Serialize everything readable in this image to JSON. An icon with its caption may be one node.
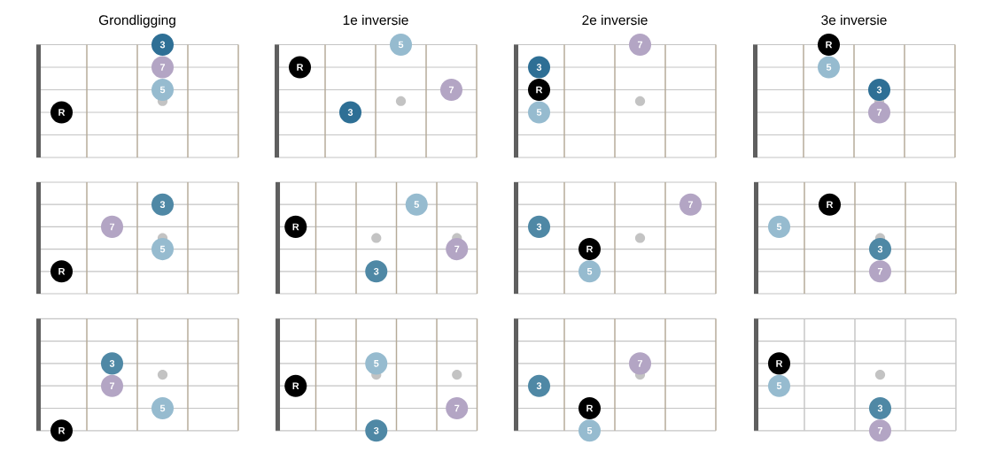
{
  "diagram": {
    "nodes": [
      {
        "text": [
          "3"
        ]
      },
      {
        "text": [
          "7"
        ]
      },
      {
        "text": [
          "5"
        ]
      },
      {
        "text": [
          "R"
        ]
      },
      {
        "text": [
          "5"
        ]
      },
      {
        "text": [
          "R"
        ]
      },
      {
        "text": [
          "7"
        ]
      },
      {
        "text": [
          "3"
        ]
      },
      {
        "text": [
          "7"
        ]
      },
      {
        "text": [
          "3"
        ]
      },
      {
        "text": [
          "R"
        ]
      },
      {
        "text": [
          "5"
        ]
      },
      {
        "text": [
          "R"
        ]
      },
      {
        "text": [
          "5"
        ]
      },
      {
        "text": [
          "3"
        ]
      },
      {
        "text": [
          "7"
        ]
      },
      {
        "text": [
          "3"
        ]
      },
      {
        "text": [
          "7"
        ]
      },
      {
        "text": [
          "5"
        ]
      },
      {
        "text": [
          "R"
        ]
      },
      {
        "text": [
          "5"
        ]
      },
      {
        "text": [
          "R"
        ]
      },
      {
        "text": [
          "7"
        ]
      },
      {
        "text": [
          "3"
        ]
      },
      {
        "text": [
          "7"
        ]
      },
      {
        "text": [
          "3"
        ]
      },
      {
        "text": [
          "R"
        ]
      },
      {
        "text": [
          "5"
        ]
      },
      {
        "text": [
          "R"
        ]
      },
      {
        "text": [
          "5"
        ]
      },
      {
        "text": [
          "3"
        ]
      },
      {
        "text": [
          "7"
        ]
      },
      {
        "text": [
          "3"
        ]
      },
      {
        "text": [
          "7"
        ]
      },
      {
        "text": [
          "5"
        ]
      },
      {
        "text": [
          "R"
        ]
      },
      {
        "text": [
          "5"
        ]
      },
      {
        "text": [
          "R"
        ]
      },
      {
        "text": [
          "7"
        ]
      },
      {
        "text": [
          "3"
        ]
      },
      {
        "text": [
          "7"
        ]
      },
      {
        "text": [
          "3"
        ]
      },
      {
        "text": [
          "R"
        ]
      },
      {
        "text": [
          "5"
        ]
      },
      {
        "text": [
          "R"
        ]
      },
      {
        "text": [
          "5"
        ]
      },
      {
        "text": [
          "3"
        ]
      },
      {
        "text": [
          "7"
        ]
      }
    ],
    "labels": [
      "Grondligging",
      "1e inversie",
      "2e inversie",
      "3e inversie"
    ]
  }
}
